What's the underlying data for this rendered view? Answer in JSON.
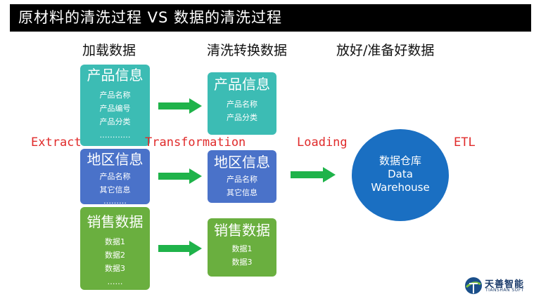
{
  "title": "原材料的清洗过程 VS 数据的清洗过程",
  "headers": {
    "load": "加载数据",
    "transform": "清洗转换数据",
    "ready": "放好/准备好数据"
  },
  "stages": {
    "extract": "Extract",
    "transformation": "Transformation",
    "loading": "Loading",
    "etl": "ETL"
  },
  "source_boxes": {
    "product": {
      "title": "产品信息",
      "items": [
        "产品名称",
        "产品编号",
        "产品分类",
        "…………"
      ]
    },
    "region": {
      "title": "地区信息",
      "items": [
        "产品名称",
        "其它信息",
        "………"
      ]
    },
    "sales": {
      "title": "销售数据",
      "items": [
        "数据1",
        "数据2",
        "数据3",
        "……"
      ]
    }
  },
  "clean_boxes": {
    "product": {
      "title": "产品信息",
      "items": [
        "产品名称",
        "产品分类"
      ]
    },
    "region": {
      "title": "地区信息",
      "items": [
        "产品名称",
        "其它信息"
      ]
    },
    "sales": {
      "title": "销售数据",
      "items": [
        "数据1",
        "数据3"
      ]
    }
  },
  "warehouse": {
    "line1": "数据仓库",
    "line2": "Data",
    "line3": "Warehouse"
  },
  "logo": {
    "name": "天善智能",
    "sub": "TIANSHAN SOFT"
  },
  "colors": {
    "teal": "#3cbcb4",
    "blue": "#4a72c9",
    "green": "#6aaf3f",
    "arrow": "#1fb34a",
    "warehouse": "#1a6fc2",
    "handwriting": "#e02a2a"
  }
}
